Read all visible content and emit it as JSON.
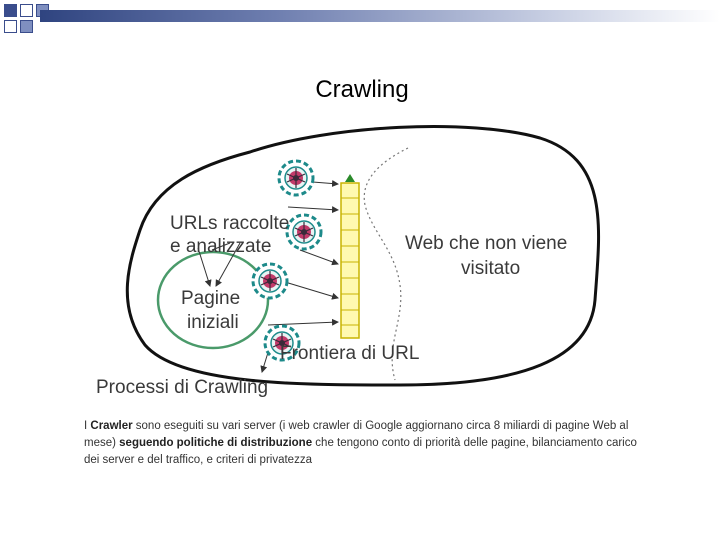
{
  "slide": {
    "title": "Crawling"
  },
  "diagram": {
    "label_urls_collected_line1": "URLs raccolte",
    "label_urls_collected_line2": "e analizzate",
    "label_unvisited_line1": "Web che non viene",
    "label_unvisited_line2": "visitato",
    "label_seed_line1": "Pagine",
    "label_seed_line2": "iniziali",
    "label_frontier": "Frontiera di URL",
    "label_processes": "Processi di Crawling",
    "colors": {
      "seed_circle": "#4a9a6a",
      "frontier_fill": "#fff9b0",
      "frontier_stroke": "#c9b400",
      "crawler_ring": "#1d8a8a",
      "crawler_core": "#c23a6a",
      "text": "#3a3a3a"
    }
  },
  "caption": {
    "p1": "I ",
    "b1": "Crawler",
    "p2": " sono eseguiti su vari server (i web crawler di Google aggiornano circa 8 miliardi di pagine Web al mese) ",
    "b2": "seguendo politiche di distribuzione",
    "p3": " che tengono conto di priorità delle pagine, bilanciamento carico dei server e del traffico, e criteri di privatezza"
  }
}
